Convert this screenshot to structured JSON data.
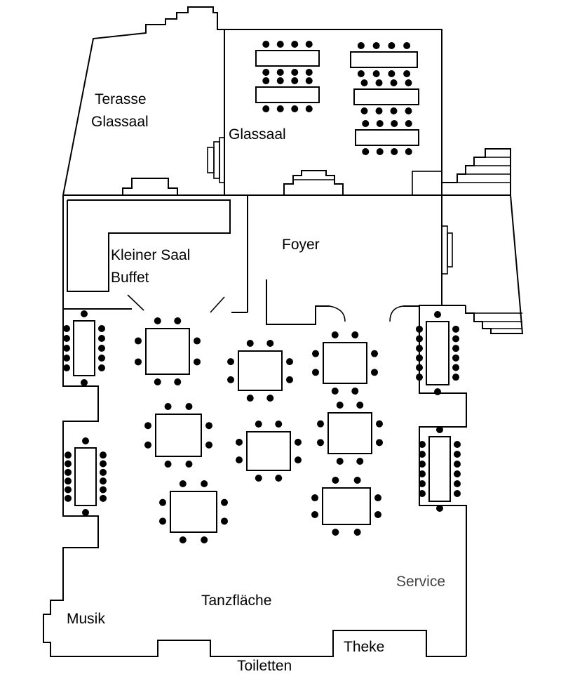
{
  "plan": {
    "labels": {
      "terrace_line1": "Terasse",
      "terrace_line2": "Glassaal",
      "glassaal": "Glassaal",
      "kleiner_saal_line1": "Kleiner Saal",
      "kleiner_saal_line2": "Buffet",
      "foyer": "Foyer",
      "tanzflaeche": "Tanzfläche",
      "musik": "Musik",
      "service": "Service",
      "theke": "Theke",
      "toiletten": "Toiletten"
    },
    "colors": {
      "walls": "#000000",
      "background": "#ffffff",
      "service_label": "#444444"
    }
  }
}
